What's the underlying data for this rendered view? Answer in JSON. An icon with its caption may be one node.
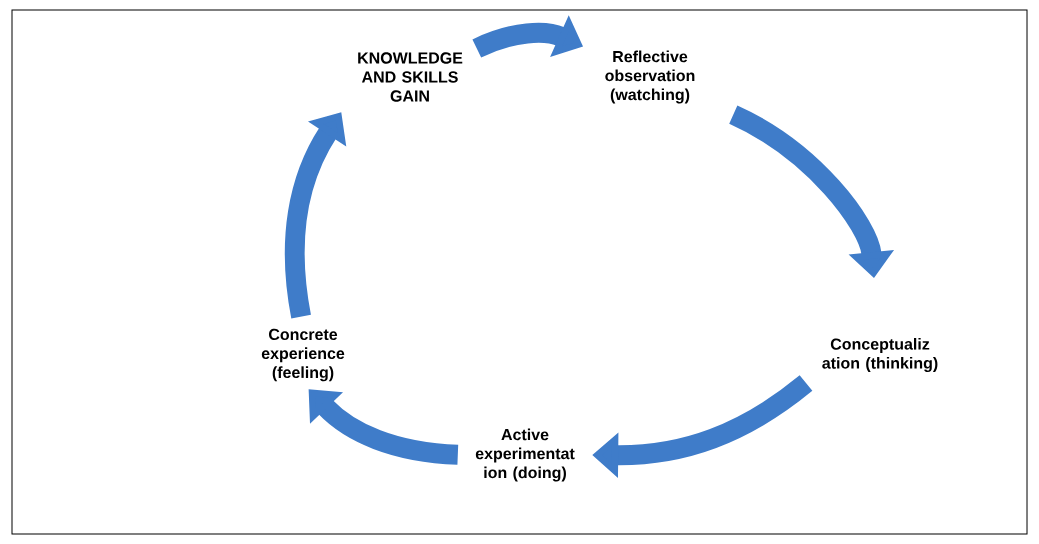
{
  "diagram": {
    "nodes": [
      {
        "text": [
          "KNOWLEDGE AND SKILLS GAIN"
        ]
      },
      {
        "text": [
          "Reflective observation (watching)"
        ]
      },
      {
        "text": [
          "Conceptualiz ation (thinking)"
        ]
      },
      {
        "text": [
          "Active experimentat ion (doing)"
        ]
      },
      {
        "text": [
          "Concrete experience (feeling)"
        ]
      }
    ],
    "edges": [
      {
        "from": 0,
        "to": 1,
        "arrow": "to"
      },
      {
        "from": 1,
        "to": 2,
        "arrow": "to"
      },
      {
        "from": 2,
        "to": 3,
        "arrow": "to"
      },
      {
        "from": 3,
        "to": 4,
        "arrow": "to"
      },
      {
        "from": 4,
        "to": 0,
        "arrow": "to"
      }
    ]
  }
}
